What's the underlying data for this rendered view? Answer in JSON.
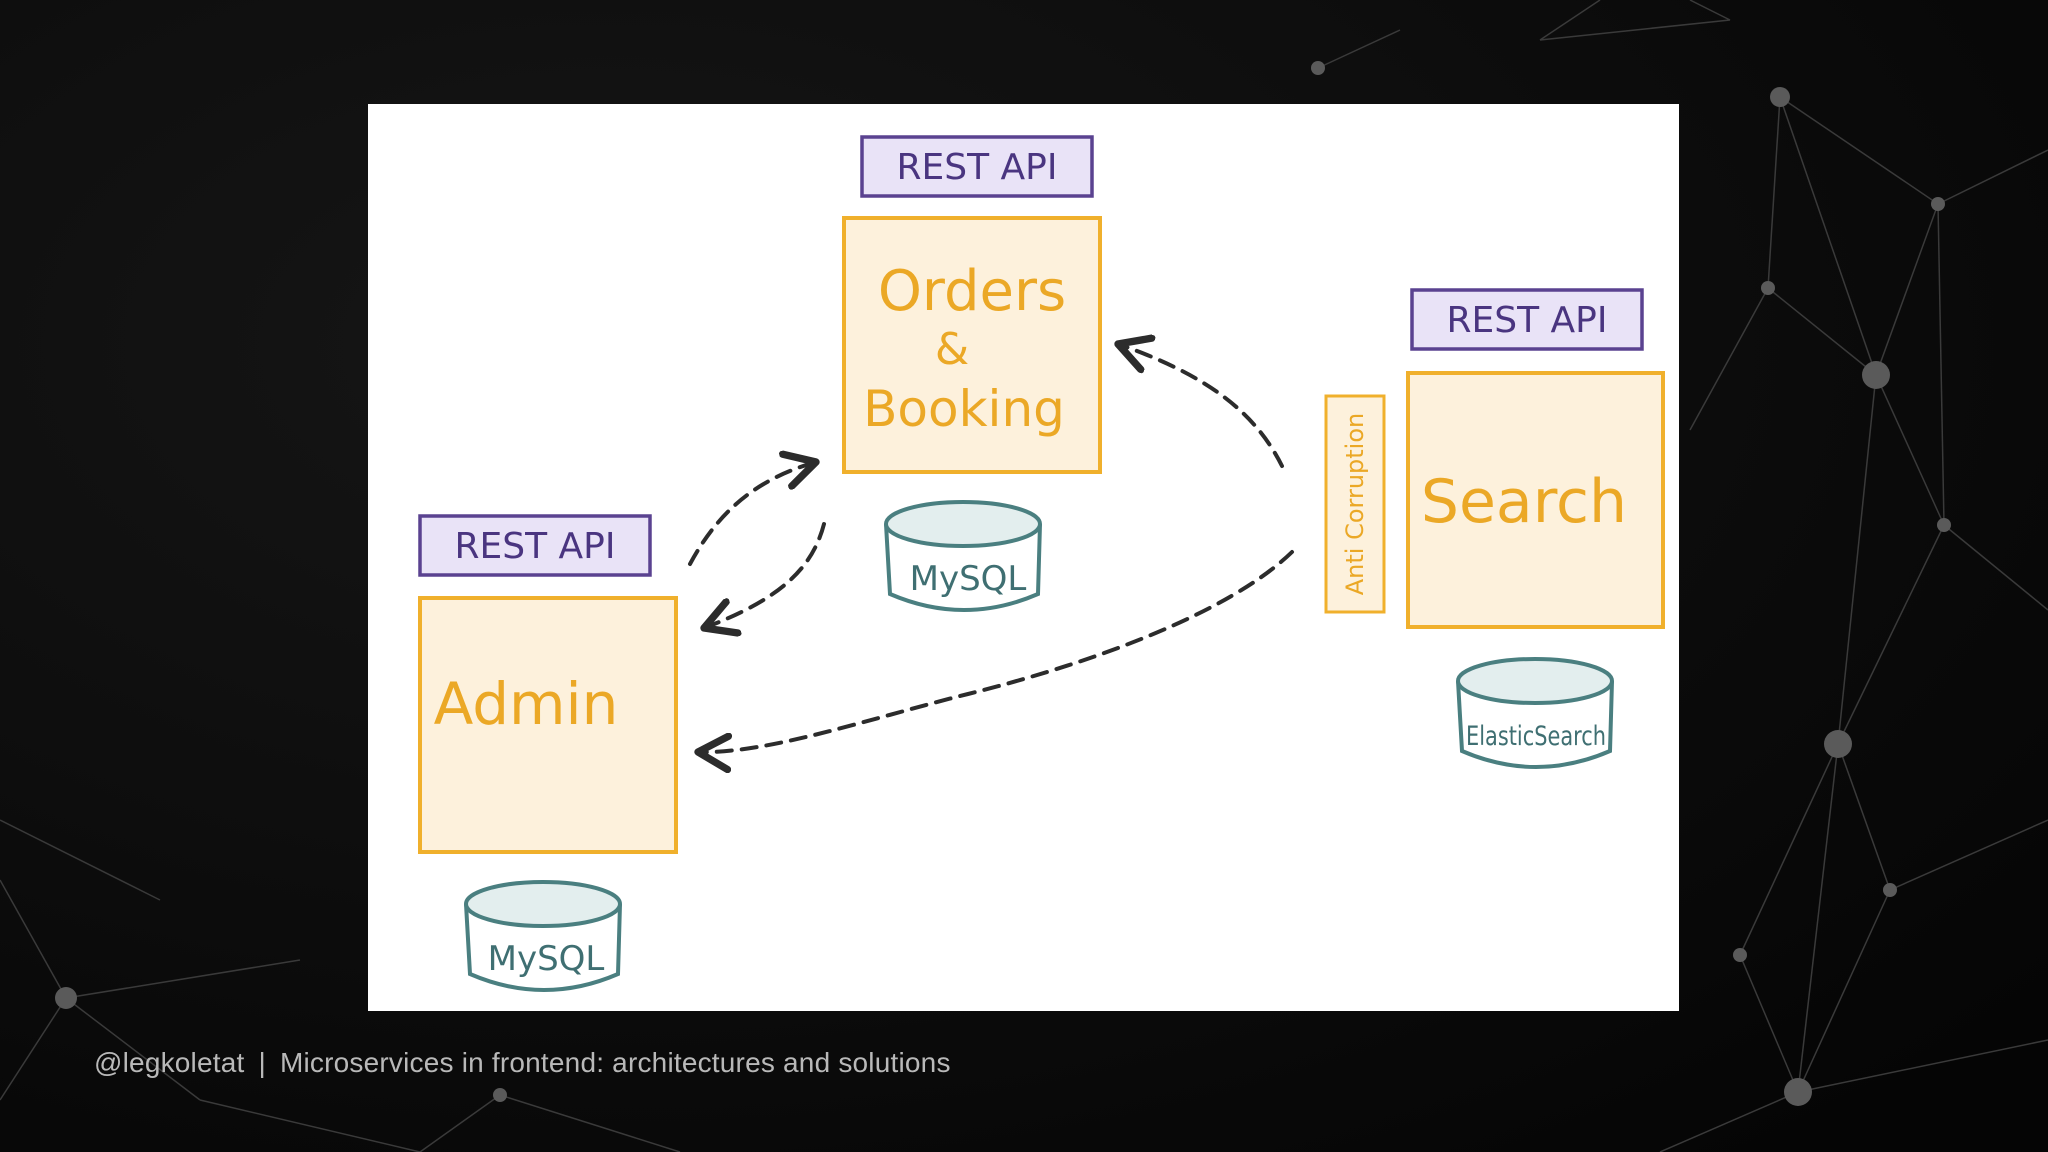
{
  "services": [
    {
      "id": "orders",
      "api_label": "REST API",
      "name_lines": [
        "Orders",
        "&",
        "Booking"
      ],
      "db_label": "MySQL"
    },
    {
      "id": "admin",
      "api_label": "REST API",
      "name_lines": [
        "Admin"
      ],
      "db_label": "MySQL"
    },
    {
      "id": "search",
      "api_label": "REST API",
      "name_lines": [
        "Search"
      ],
      "db_label": "ElasticSearch",
      "layer_label": "Anti Corruption"
    }
  ],
  "colors": {
    "service_fill": "#fdf1dc",
    "service_stroke": "#f0b02c",
    "service_text": "#eba826",
    "api_fill": "#e9e3f7",
    "api_stroke": "#5a4290",
    "api_text": "#4a3580",
    "db_stroke": "#4a7f80",
    "db_text": "#3f6f72",
    "arrow": "#2c2c2c"
  },
  "footer": {
    "handle": "@legkoletat",
    "separator": "|",
    "title": "Microservices in frontend: architectures and solutions"
  }
}
